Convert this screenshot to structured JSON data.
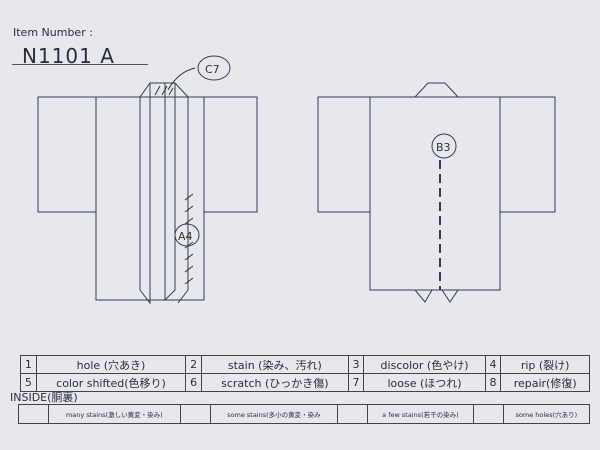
{
  "header": {
    "label": "Item Number :",
    "item_number": "N1101   A"
  },
  "annotations": {
    "front_top": "C7",
    "front_collar": "A4",
    "back": "B3"
  },
  "legend": [
    {
      "num": "1",
      "text": "hole (穴あき)"
    },
    {
      "num": "2",
      "text": "stain (染み、汚れ)"
    },
    {
      "num": "3",
      "text": "discolor (色やけ)"
    },
    {
      "num": "4",
      "text": "rip (裂け)"
    },
    {
      "num": "5",
      "text": "color shifted(色移り)"
    },
    {
      "num": "6",
      "text": "scratch (ひっかき傷)"
    },
    {
      "num": "7",
      "text": "loose (ほつれ)"
    },
    {
      "num": "8",
      "text": "repair(修復)"
    }
  ],
  "inside": {
    "title": "INSIDE(胴裏)",
    "options": [
      "many stains(激しい黄変・染み)",
      "some stains(多小の黄変・染み",
      "a few stains(若干の染み)",
      "some holes(穴あり)"
    ]
  }
}
